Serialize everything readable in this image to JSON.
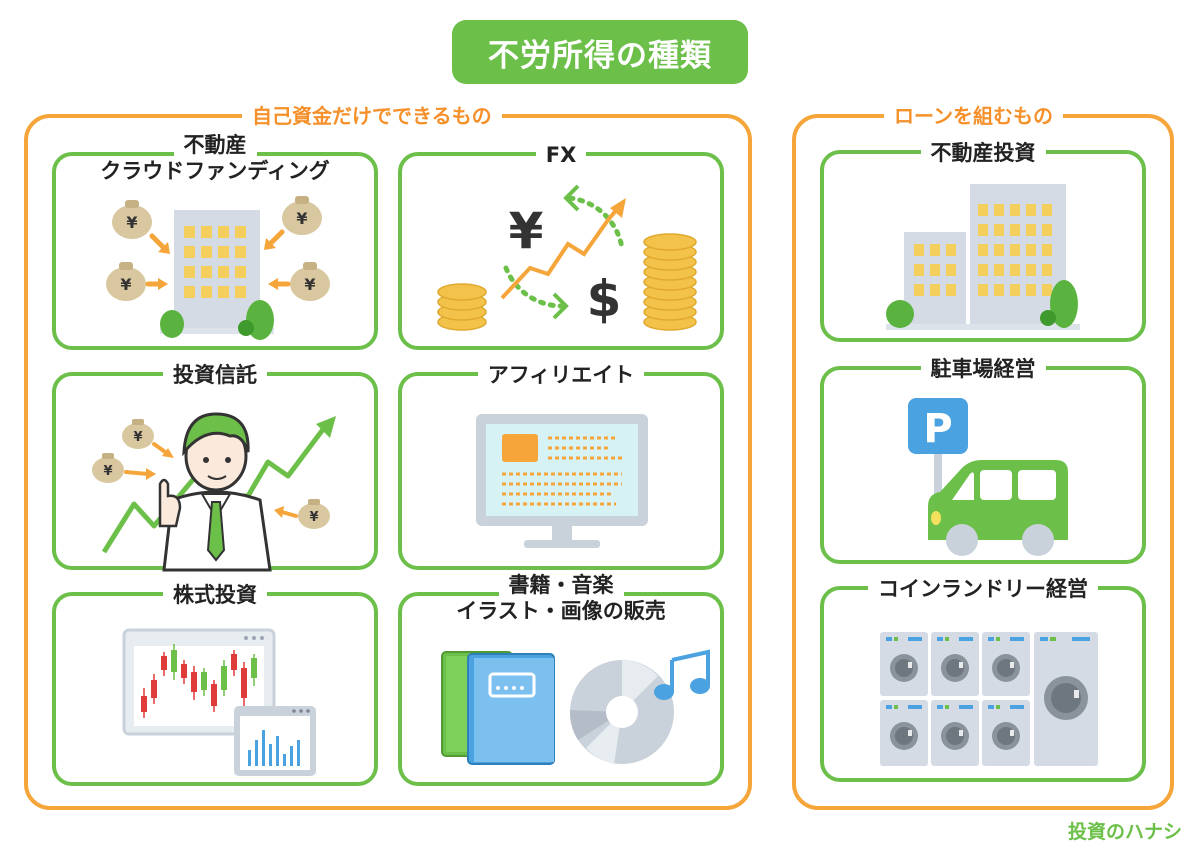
{
  "title": "不労所得の種類",
  "groups": {
    "self_funds": {
      "label": "自己資金だけでできるもの"
    },
    "loan": {
      "label": "ローンを組むもの"
    }
  },
  "cards": {
    "crowdfunding": {
      "label_line1": "不動産",
      "label_line2": "クラウドファンディング"
    },
    "fx": {
      "label": "FX"
    },
    "investment_trust": {
      "label": "投資信託"
    },
    "affiliate": {
      "label": "アフィリエイト"
    },
    "stocks": {
      "label": "株式投資"
    },
    "content_sales": {
      "label_line1": "書籍・音楽",
      "label_line2": "イラスト・画像の販売"
    },
    "real_estate": {
      "label": "不動産投資"
    },
    "parking": {
      "label": "駐車場経営"
    },
    "laundromat": {
      "label": "コインランドリー経営"
    }
  },
  "illustration_text": {
    "yen_symbol": "¥",
    "dollar_symbol": "$",
    "parking_letter": "P"
  },
  "footer": {
    "brand": "投資のハナシ"
  },
  "colors": {
    "green": "#6cc04a",
    "orange": "#f5a53a",
    "gold": "#f2c24a",
    "blue": "#4aa3e0",
    "gray": "#c9d1db"
  },
  "icons": [
    "money-bag-icon",
    "building-icon",
    "yen-icon",
    "dollar-icon",
    "coin-stack-icon",
    "person-icon",
    "monitor-icon",
    "candlestick-chart-icon",
    "book-icon",
    "disc-icon",
    "music-note-icon",
    "parking-sign-icon",
    "car-icon",
    "washing-machine-icon",
    "shrub-icon"
  ]
}
